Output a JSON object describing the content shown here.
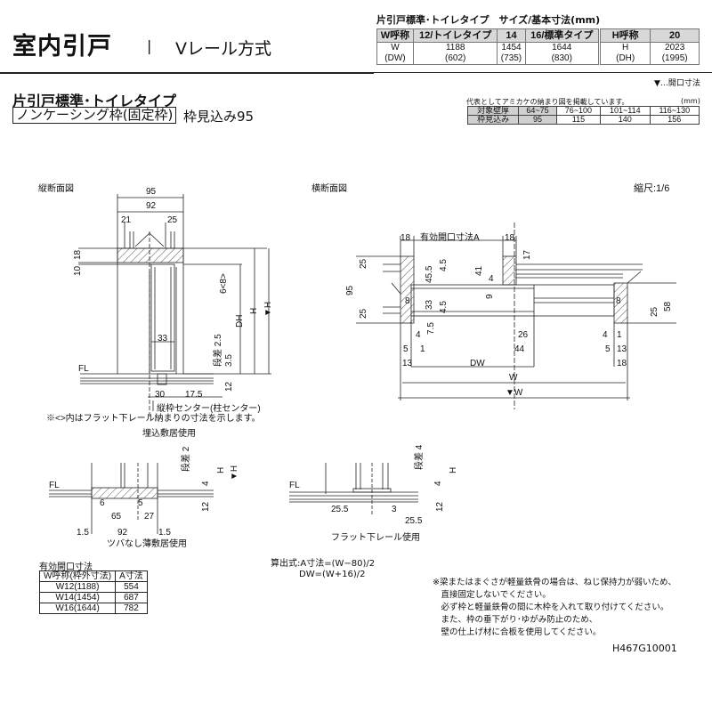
{
  "header": {
    "title": "室内引戸",
    "separator": "|",
    "rail_type": "Vレール方式",
    "subtitle": "片引戸標準･トイレタイプ",
    "frame_type": "ノンケーシング枠(固定枠)",
    "frame_depth": "枠見込み95"
  },
  "size_table": {
    "title": "片引戸標準･トイレタイプ　サイズ/基本寸法(mm)",
    "w_headers": [
      "W呼称",
      "12/トイレタイプ",
      "14",
      "16/標準タイプ"
    ],
    "w_row": [
      [
        "W",
        "(DW)"
      ],
      [
        "1188",
        "(602)"
      ],
      [
        "1454",
        "(735)"
      ],
      [
        "1644",
        "(830)"
      ]
    ],
    "h_headers": [
      "H呼称",
      "20"
    ],
    "h_row": [
      [
        "H",
        "(DH)"
      ],
      [
        "2023",
        "(1995)"
      ]
    ]
  },
  "legend": "▼…開口寸法",
  "wall_table": {
    "note": "代表としてアミカケの納まり図を掲載しています。",
    "unit": "(mm)",
    "rows": [
      [
        "対象壁厚",
        "64~75",
        "76~100",
        "101~114",
        "116~130"
      ],
      [
        "枠見込み",
        "95",
        "115",
        "140",
        "156"
      ]
    ]
  },
  "drawings": {
    "vertical_title": "縦断面図",
    "horizontal_title": "横断面図",
    "scale": "縮尺:1/6",
    "vertical_labels": [
      "95",
      "92",
      "21",
      "25",
      "18",
      "10",
      "6<8>",
      "DH",
      "H",
      "▼H",
      "33",
      "段差 2.5",
      "3.5",
      "FL",
      "12",
      "30",
      "17.5",
      "縦枠センター(柱センター)",
      "※<>内はフラット下レール納まりの寸法を示します。",
      "埋込敷居使用"
    ],
    "horizontal_labels": [
      "18",
      "有効開口寸法A",
      "18",
      "17",
      "25",
      "95",
      "25",
      "45.5",
      "4.5",
      "41",
      "4",
      "9",
      "33",
      "4.5",
      "7.5",
      "4",
      "8",
      "8",
      "58",
      "25",
      "26",
      "44",
      "4",
      "1",
      "5",
      "1",
      "5",
      "13",
      "13",
      "DW",
      "18",
      "W",
      "▼W"
    ],
    "thin_sill_labels": [
      "FL",
      "段差 2",
      "4",
      "H",
      "▼H",
      "12",
      "6",
      "5",
      "65",
      "27",
      "1.5",
      "92",
      "1.5",
      "ツバなし薄敷居使用"
    ],
    "flat_rail_labels": [
      "FL",
      "段差 4",
      "4",
      "H",
      "12",
      "25.5",
      "3",
      "25.5",
      "フラット下レール使用"
    ]
  },
  "opening_table": {
    "title": "有効開口寸法",
    "headers": [
      "W呼称(枠外寸法)",
      "A寸法"
    ],
    "rows": [
      [
        "W12(1188)",
        "554"
      ],
      [
        "W14(1454)",
        "687"
      ],
      [
        "W16(1644)",
        "782"
      ]
    ]
  },
  "formula": {
    "line1": "算出式:A寸法=(W−80)/2",
    "line2": "DW=(W+16)/2"
  },
  "caution": "※梁またはまぐさが軽量鉄骨の場合は、ねじ保持力が弱いため、\n　直接固定しないでください。\n　必ず枠と軽量鉄骨の間に木枠を入れて取り付けてください。\n　また、枠の垂下がり･ゆがみ防止のため、\n　壁の仕上げ材に合板を使用してください。",
  "drawing_code": "H467G10001"
}
